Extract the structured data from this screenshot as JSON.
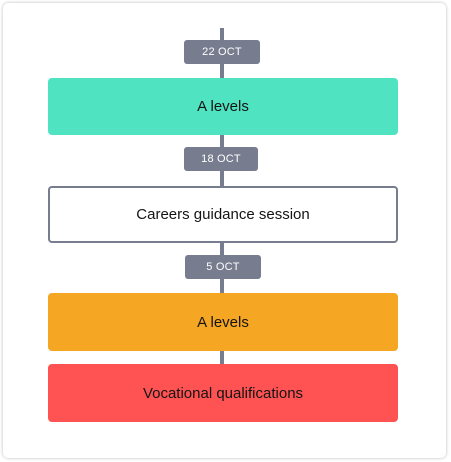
{
  "colors": {
    "line": "#777c8f",
    "badge": "#777c8f",
    "green": "#4fe3c1",
    "orange": "#f5a623",
    "red": "#ff5353"
  },
  "timeline": {
    "dates": [
      "22 OCT",
      "18 OCT",
      "5 OCT"
    ],
    "blocks": [
      {
        "label": "A levels",
        "style": "filled",
        "color": "green"
      },
      {
        "label": "Careers guidance session",
        "style": "outline"
      },
      {
        "label": "A levels",
        "style": "filled",
        "color": "orange"
      },
      {
        "label": "Vocational qualifications",
        "style": "filled",
        "color": "red"
      }
    ]
  }
}
